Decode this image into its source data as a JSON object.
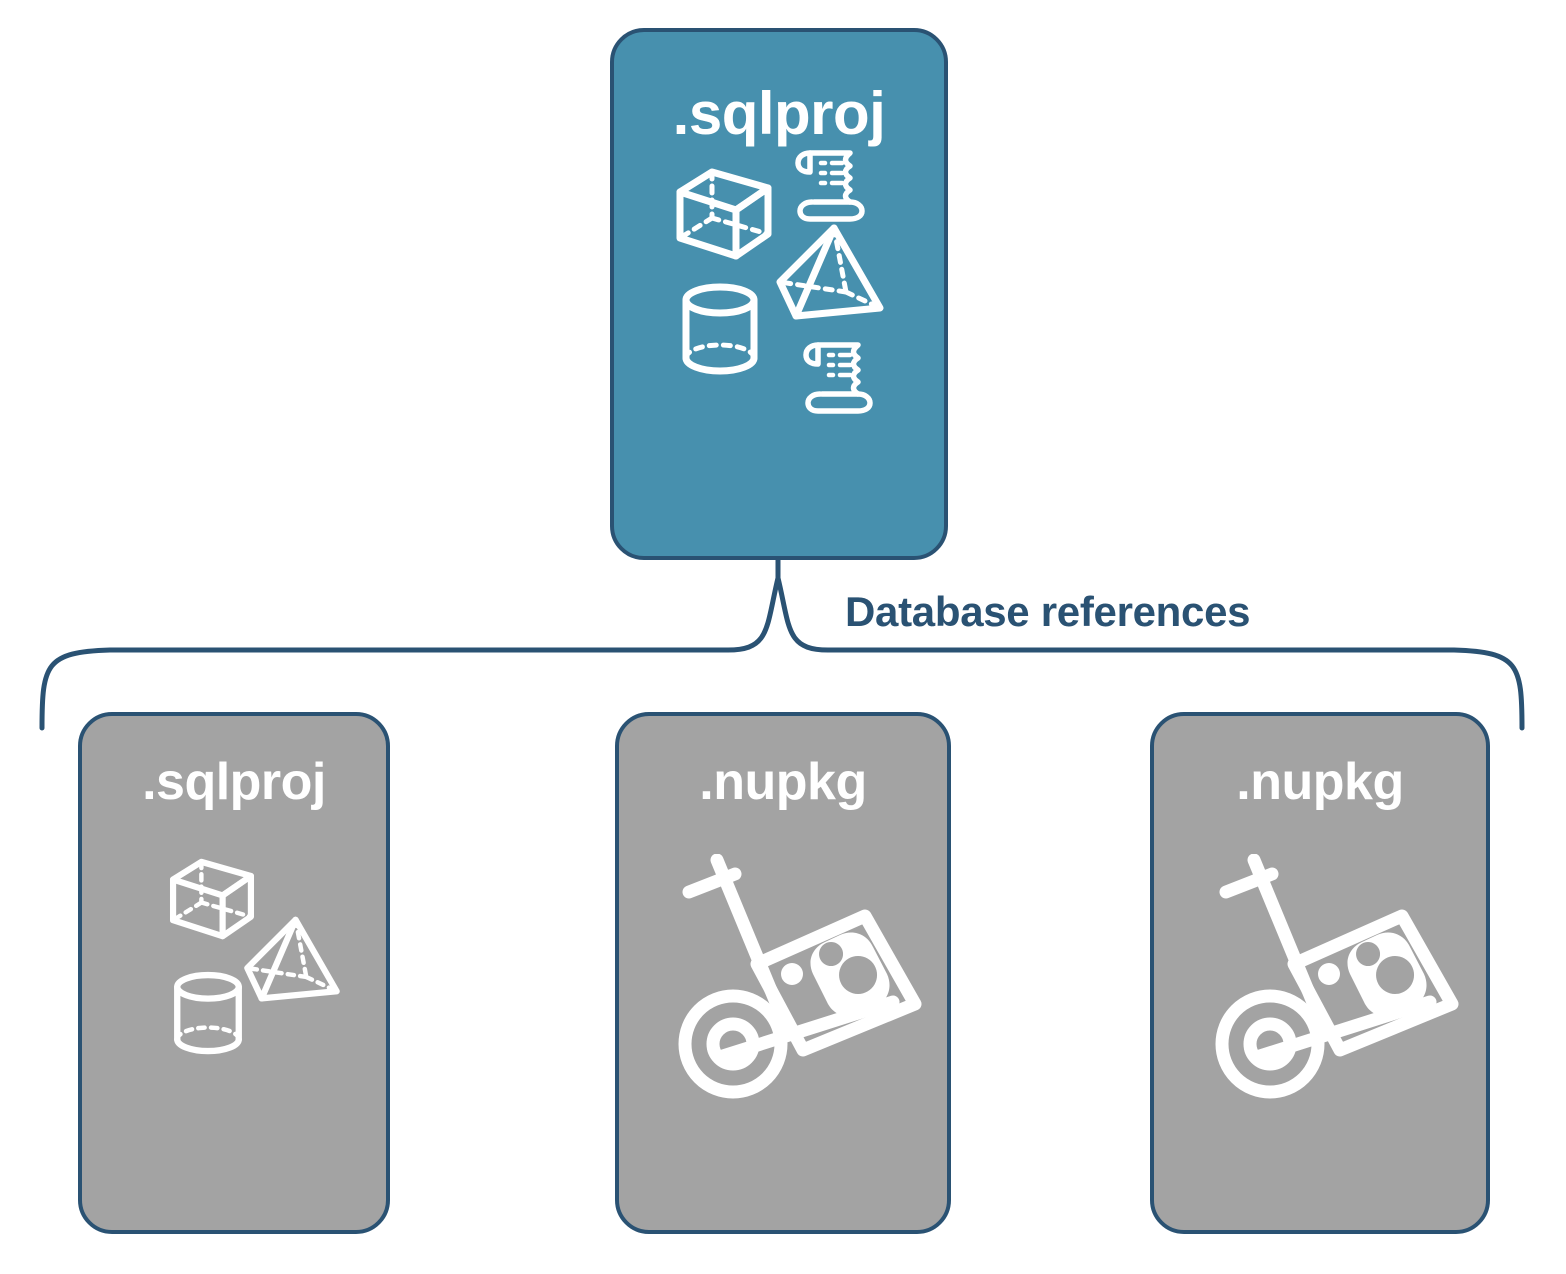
{
  "diagram": {
    "title_text": "Database references",
    "colors": {
      "primary_fill": "#4790ae",
      "secondary_fill": "#a3a3a3",
      "stroke": "#2a5273",
      "label_text": "#2a5273",
      "icon_stroke": "#ffffff"
    }
  },
  "connector": {
    "label": "Database references",
    "type": "curly-brace",
    "name": "database-references-brace"
  },
  "nodes": {
    "top": {
      "label": ".sqlproj",
      "fill": "#4790ae",
      "icons": [
        "cube-icon",
        "scroll-icon",
        "pyramid-icon",
        "cylinder-icon",
        "scroll-icon"
      ]
    },
    "children": [
      {
        "label": ".sqlproj",
        "fill": "#a3a3a3",
        "icons": [
          "cube-icon",
          "pyramid-icon",
          "cylinder-icon"
        ]
      },
      {
        "label": ".nupkg",
        "fill": "#a3a3a3",
        "icons": [
          "nuget-handtruck-icon"
        ]
      },
      {
        "label": ".nupkg",
        "fill": "#a3a3a3",
        "icons": [
          "nuget-handtruck-icon"
        ]
      }
    ]
  }
}
